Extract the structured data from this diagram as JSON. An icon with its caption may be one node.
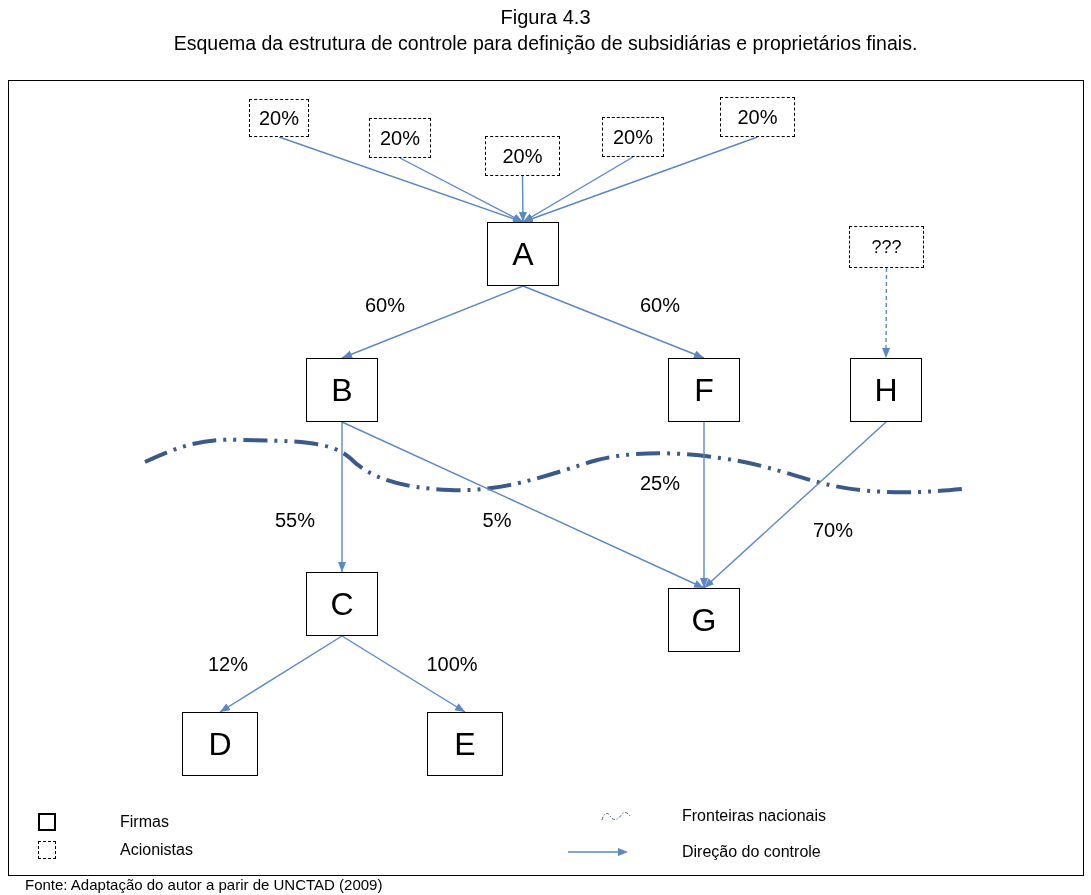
{
  "diagram": {
    "title": "Figura 4.3",
    "caption": "Fonte: Adaptação do autor a parir de UNCTAD (2009)",
    "nodes": [
      {
        "text": [
          "20%"
        ]
      },
      {
        "text": [
          "20%"
        ]
      },
      {
        "text": [
          "20%"
        ]
      },
      {
        "text": [
          "20%"
        ]
      },
      {
        "text": [
          "20%"
        ]
      },
      {
        "text": [
          "A"
        ]
      },
      {
        "text": [
          "???"
        ]
      },
      {
        "text": [
          "B"
        ]
      },
      {
        "text": [
          "F"
        ]
      },
      {
        "text": [
          "H"
        ]
      },
      {
        "text": [
          "C"
        ]
      },
      {
        "text": [
          "G"
        ]
      },
      {
        "text": [
          "D"
        ]
      },
      {
        "text": [
          "E"
        ]
      }
    ],
    "edges": [
      {
        "from": 0,
        "to": 5,
        "arrow": "to"
      },
      {
        "from": 1,
        "to": 5,
        "arrow": "to"
      },
      {
        "from": 2,
        "to": 5,
        "arrow": "to"
      },
      {
        "from": 3,
        "to": 5,
        "arrow": "to"
      },
      {
        "from": 4,
        "to": 5,
        "arrow": "to"
      },
      {
        "from": 5,
        "to": 7,
        "arrow": "to",
        "label": "60%"
      },
      {
        "from": 5,
        "to": 8,
        "arrow": "to",
        "label": "60%"
      },
      {
        "from": 6,
        "to": 9,
        "arrow": "to",
        "style": "dashed"
      },
      {
        "from": 7,
        "to": 10,
        "arrow": "to",
        "label": "55%"
      },
      {
        "from": 7,
        "to": 11,
        "arrow": "to",
        "label": "5%"
      },
      {
        "from": 8,
        "to": 11,
        "arrow": "to",
        "label": "25%"
      },
      {
        "from": 9,
        "to": 11,
        "arrow": "to",
        "label": "70%"
      },
      {
        "from": 10,
        "to": 12,
        "arrow": "to",
        "label": "12%"
      },
      {
        "from": 10,
        "to": 13,
        "arrow": "to",
        "label": "100%"
      }
    ],
    "labels": [
      "Esquema da estrutura de controle para definição de subsidiárias e proprietários finais."
    ],
    "legend": [
      {
        "text": "Firmas"
      },
      {
        "text": "Acionistas"
      },
      {
        "text": "Fronteiras nacionais"
      },
      {
        "text": "Direção do controle"
      }
    ]
  }
}
